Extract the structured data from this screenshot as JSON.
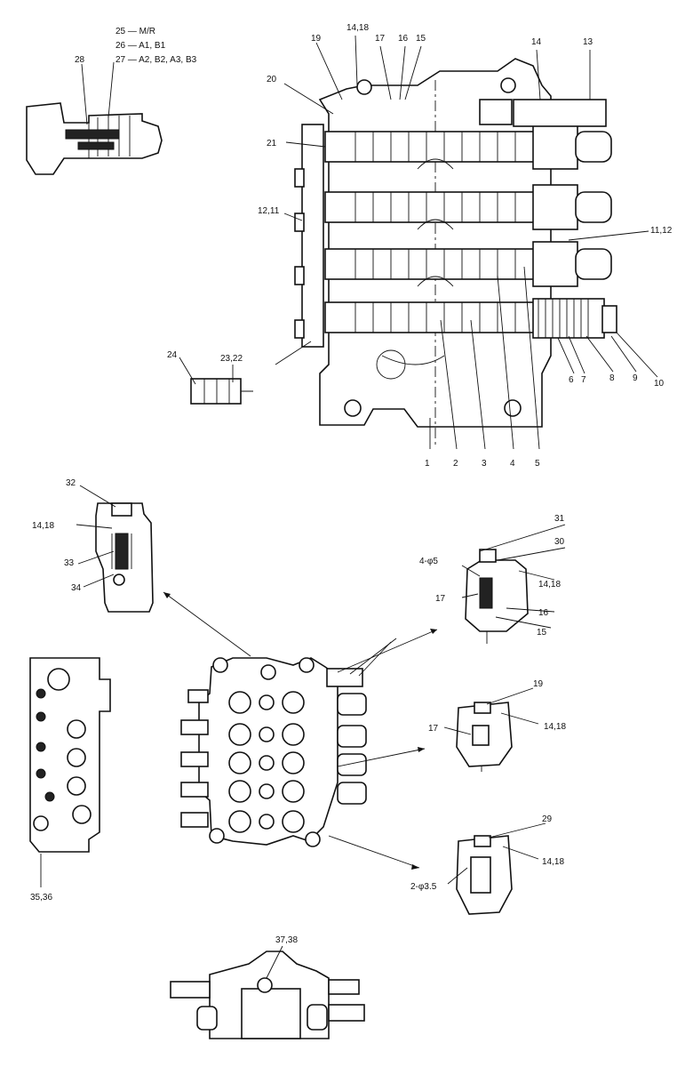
{
  "callouts": {
    "c1": "1",
    "c2": "2",
    "c3": "3",
    "c4": "4",
    "c5": "5",
    "c6": "6",
    "c7": "7",
    "c8": "8",
    "c9": "9",
    "c10": "10",
    "c11_12": "11,12",
    "c12_11": "12,11",
    "c13": "13",
    "c14": "14",
    "c14_18_top": "14,18",
    "c15": "15",
    "c16": "16",
    "c17": "17",
    "c19": "19",
    "c20": "20",
    "c21": "21",
    "c22_23": "23,22",
    "c24": "24",
    "c28": "28",
    "legend_25": "25 — M/R",
    "legend_26": "26 — A1, B1",
    "legend_27": "27 — A2, B2, A3, B3",
    "c32": "32",
    "c14_18_b": "14,18",
    "c33": "33",
    "c34": "34",
    "c31": "31",
    "c30": "30",
    "c4phi5": "4-φ5",
    "c17_c": "17",
    "c14_18_c": "14,18",
    "c16_c": "16",
    "c15_c": "15",
    "c19_d": "19",
    "c17_d": "17",
    "c14_18_d": "14,18",
    "c29": "29",
    "c2phi35": "2-φ3.5",
    "c14_18_e": "14,18",
    "c35_36": "35,36",
    "c37_38": "37,38"
  }
}
